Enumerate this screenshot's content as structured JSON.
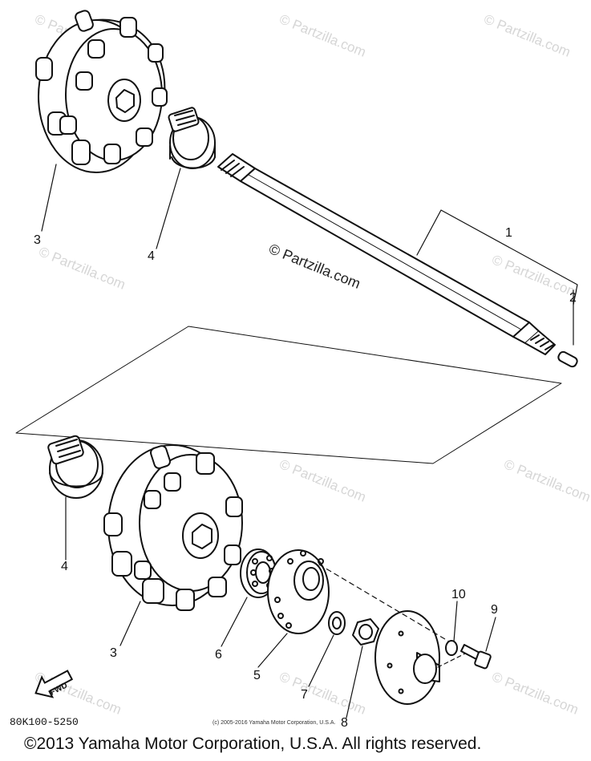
{
  "watermark": "© Partzilla.com",
  "center_watermark": "© Partzilla.com",
  "callouts": {
    "shaft": "1",
    "plug": "2",
    "sprocket_top": "3",
    "clamp_top": "4",
    "clamp_bottom": "4",
    "sprocket_bottom": "3",
    "bearing": "6",
    "housing": "5",
    "washer": "7",
    "nut": "8",
    "bolt": "9",
    "lockwasher": "10"
  },
  "fwd_label": "FWD",
  "part_number": "80K100-5250",
  "small_copyright": "(c) 2005-2016 Yamaha Motor Corporation, U.S.A.",
  "footer": "©2013 Yamaha Motor Corporation, U.S.A. All rights reserved."
}
